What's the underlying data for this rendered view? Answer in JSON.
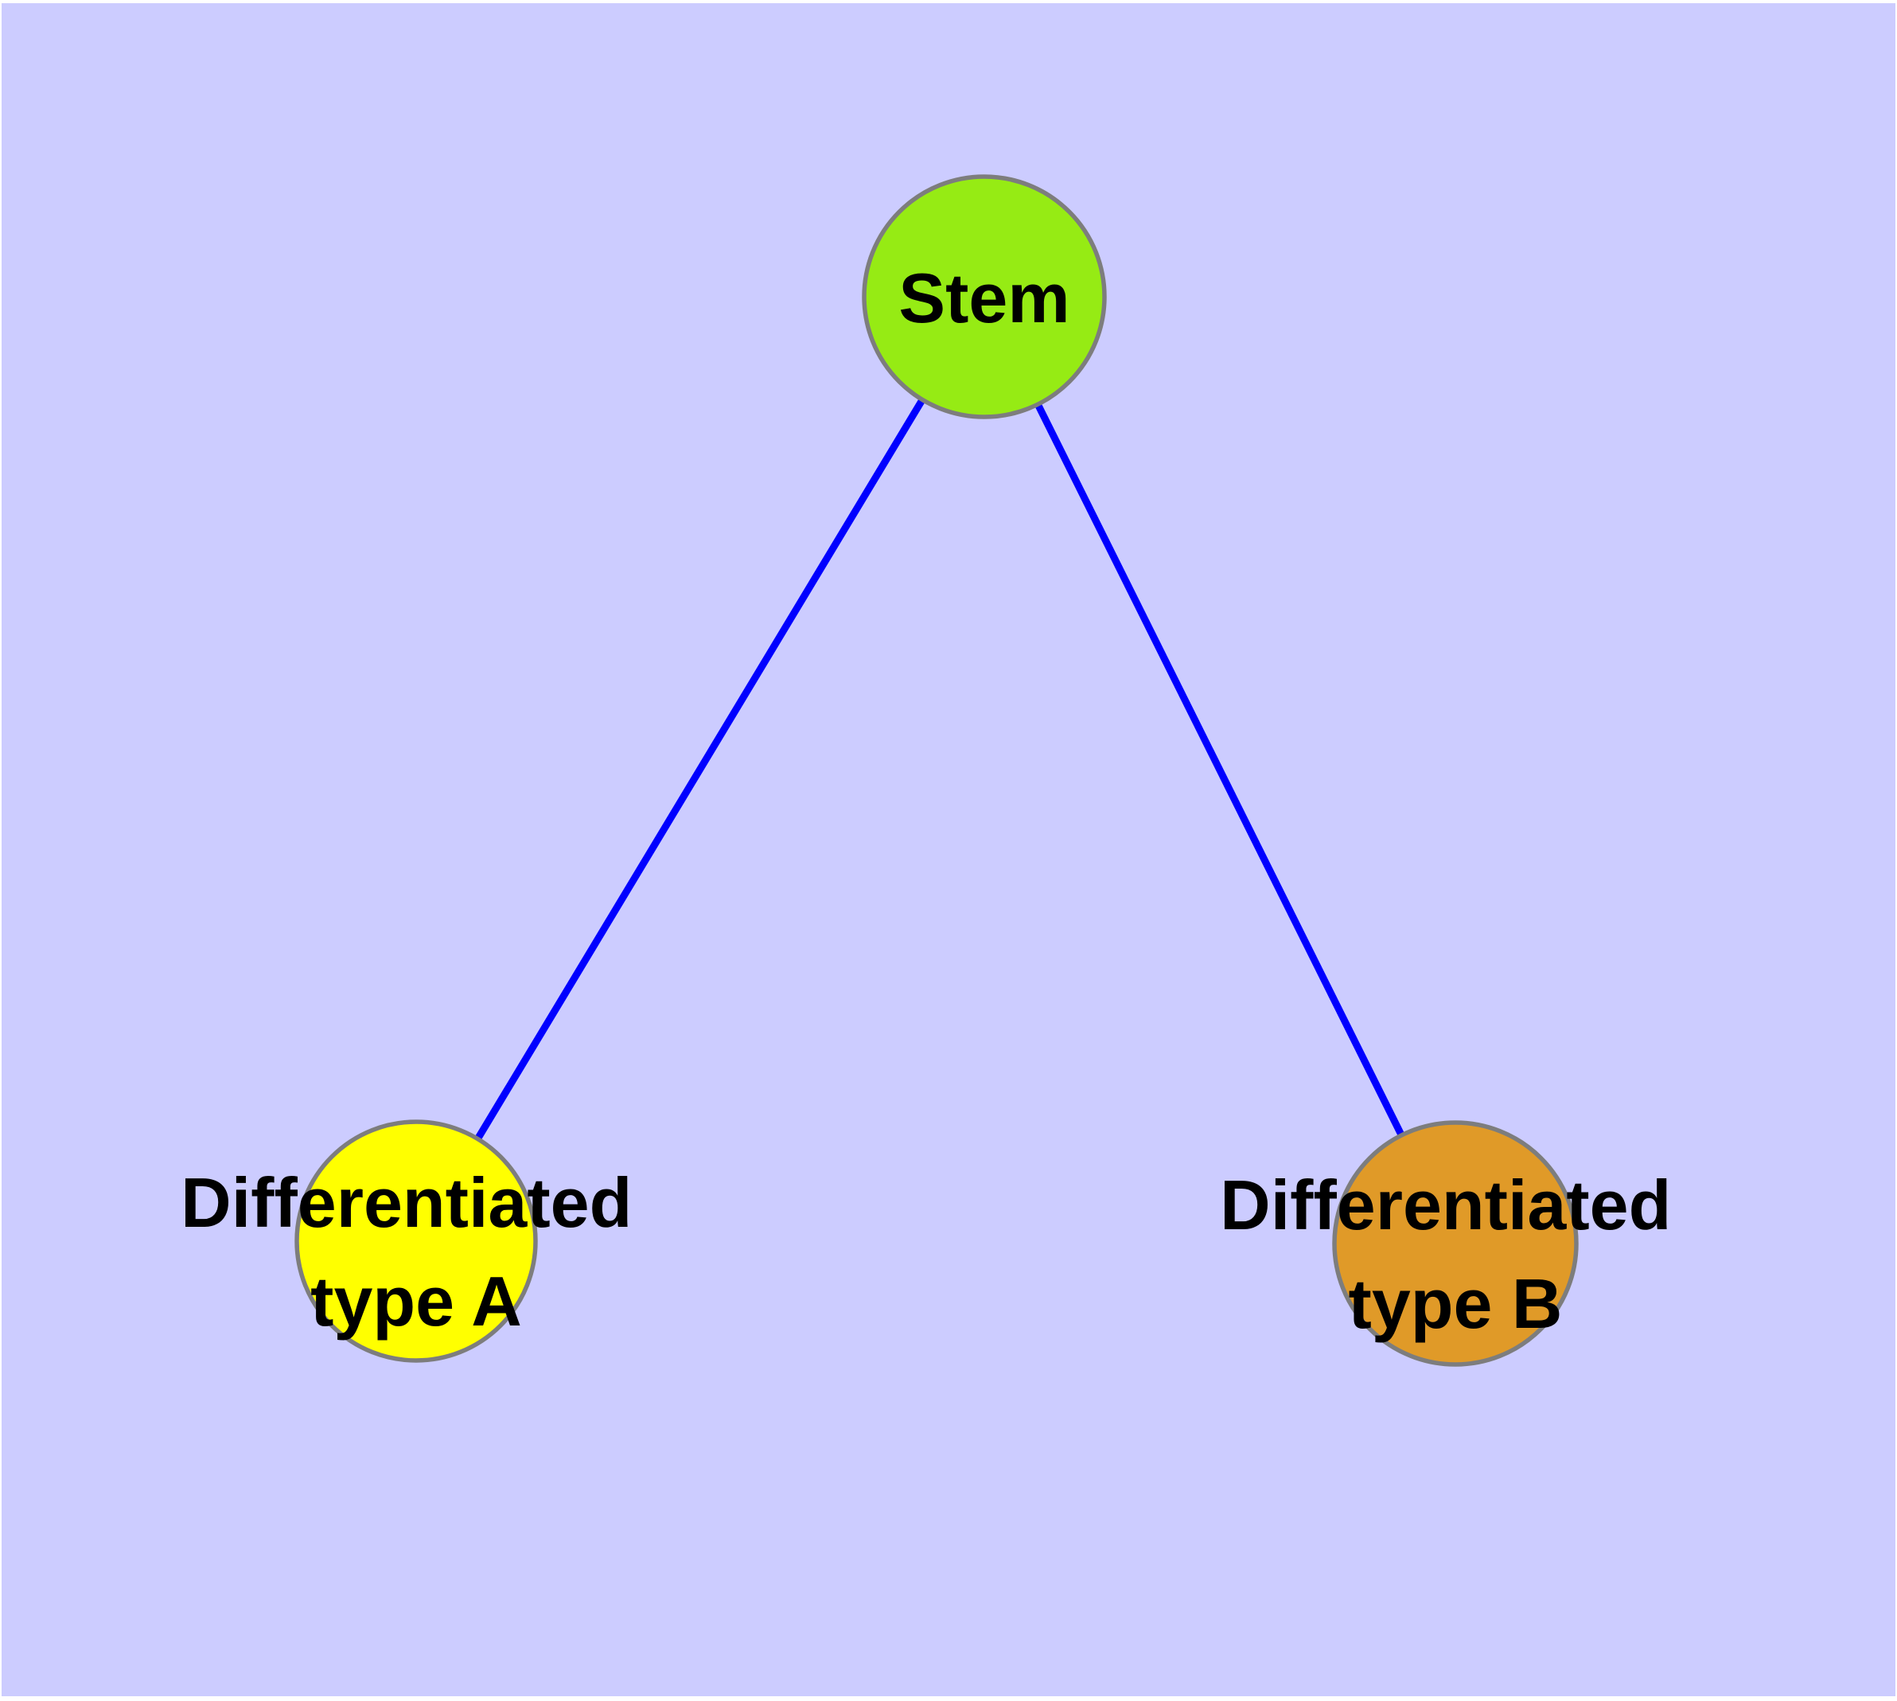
{
  "diagram": {
    "background_color": "#CCCCFF",
    "canvas_margin_color": "#FFFFFF",
    "edge_color": "#0000FF",
    "node_border_color": "#7D7D7D",
    "text_color": "#000000",
    "nodes": [
      {
        "id": "stem",
        "label_lines": [
          "Stem"
        ],
        "fill_color": "#96EB14"
      },
      {
        "id": "differentiated-type-a",
        "label_lines": [
          "Differentiated",
          "type A"
        ],
        "fill_color": "#FFFF00"
      },
      {
        "id": "differentiated-type-b",
        "label_lines": [
          "Differentiated",
          "type B"
        ],
        "fill_color": "#E09A28"
      }
    ],
    "edges": [
      {
        "from": "Stem",
        "to": "Differentiated type A"
      },
      {
        "from": "Stem",
        "to": "Differentiated type B"
      }
    ]
  }
}
